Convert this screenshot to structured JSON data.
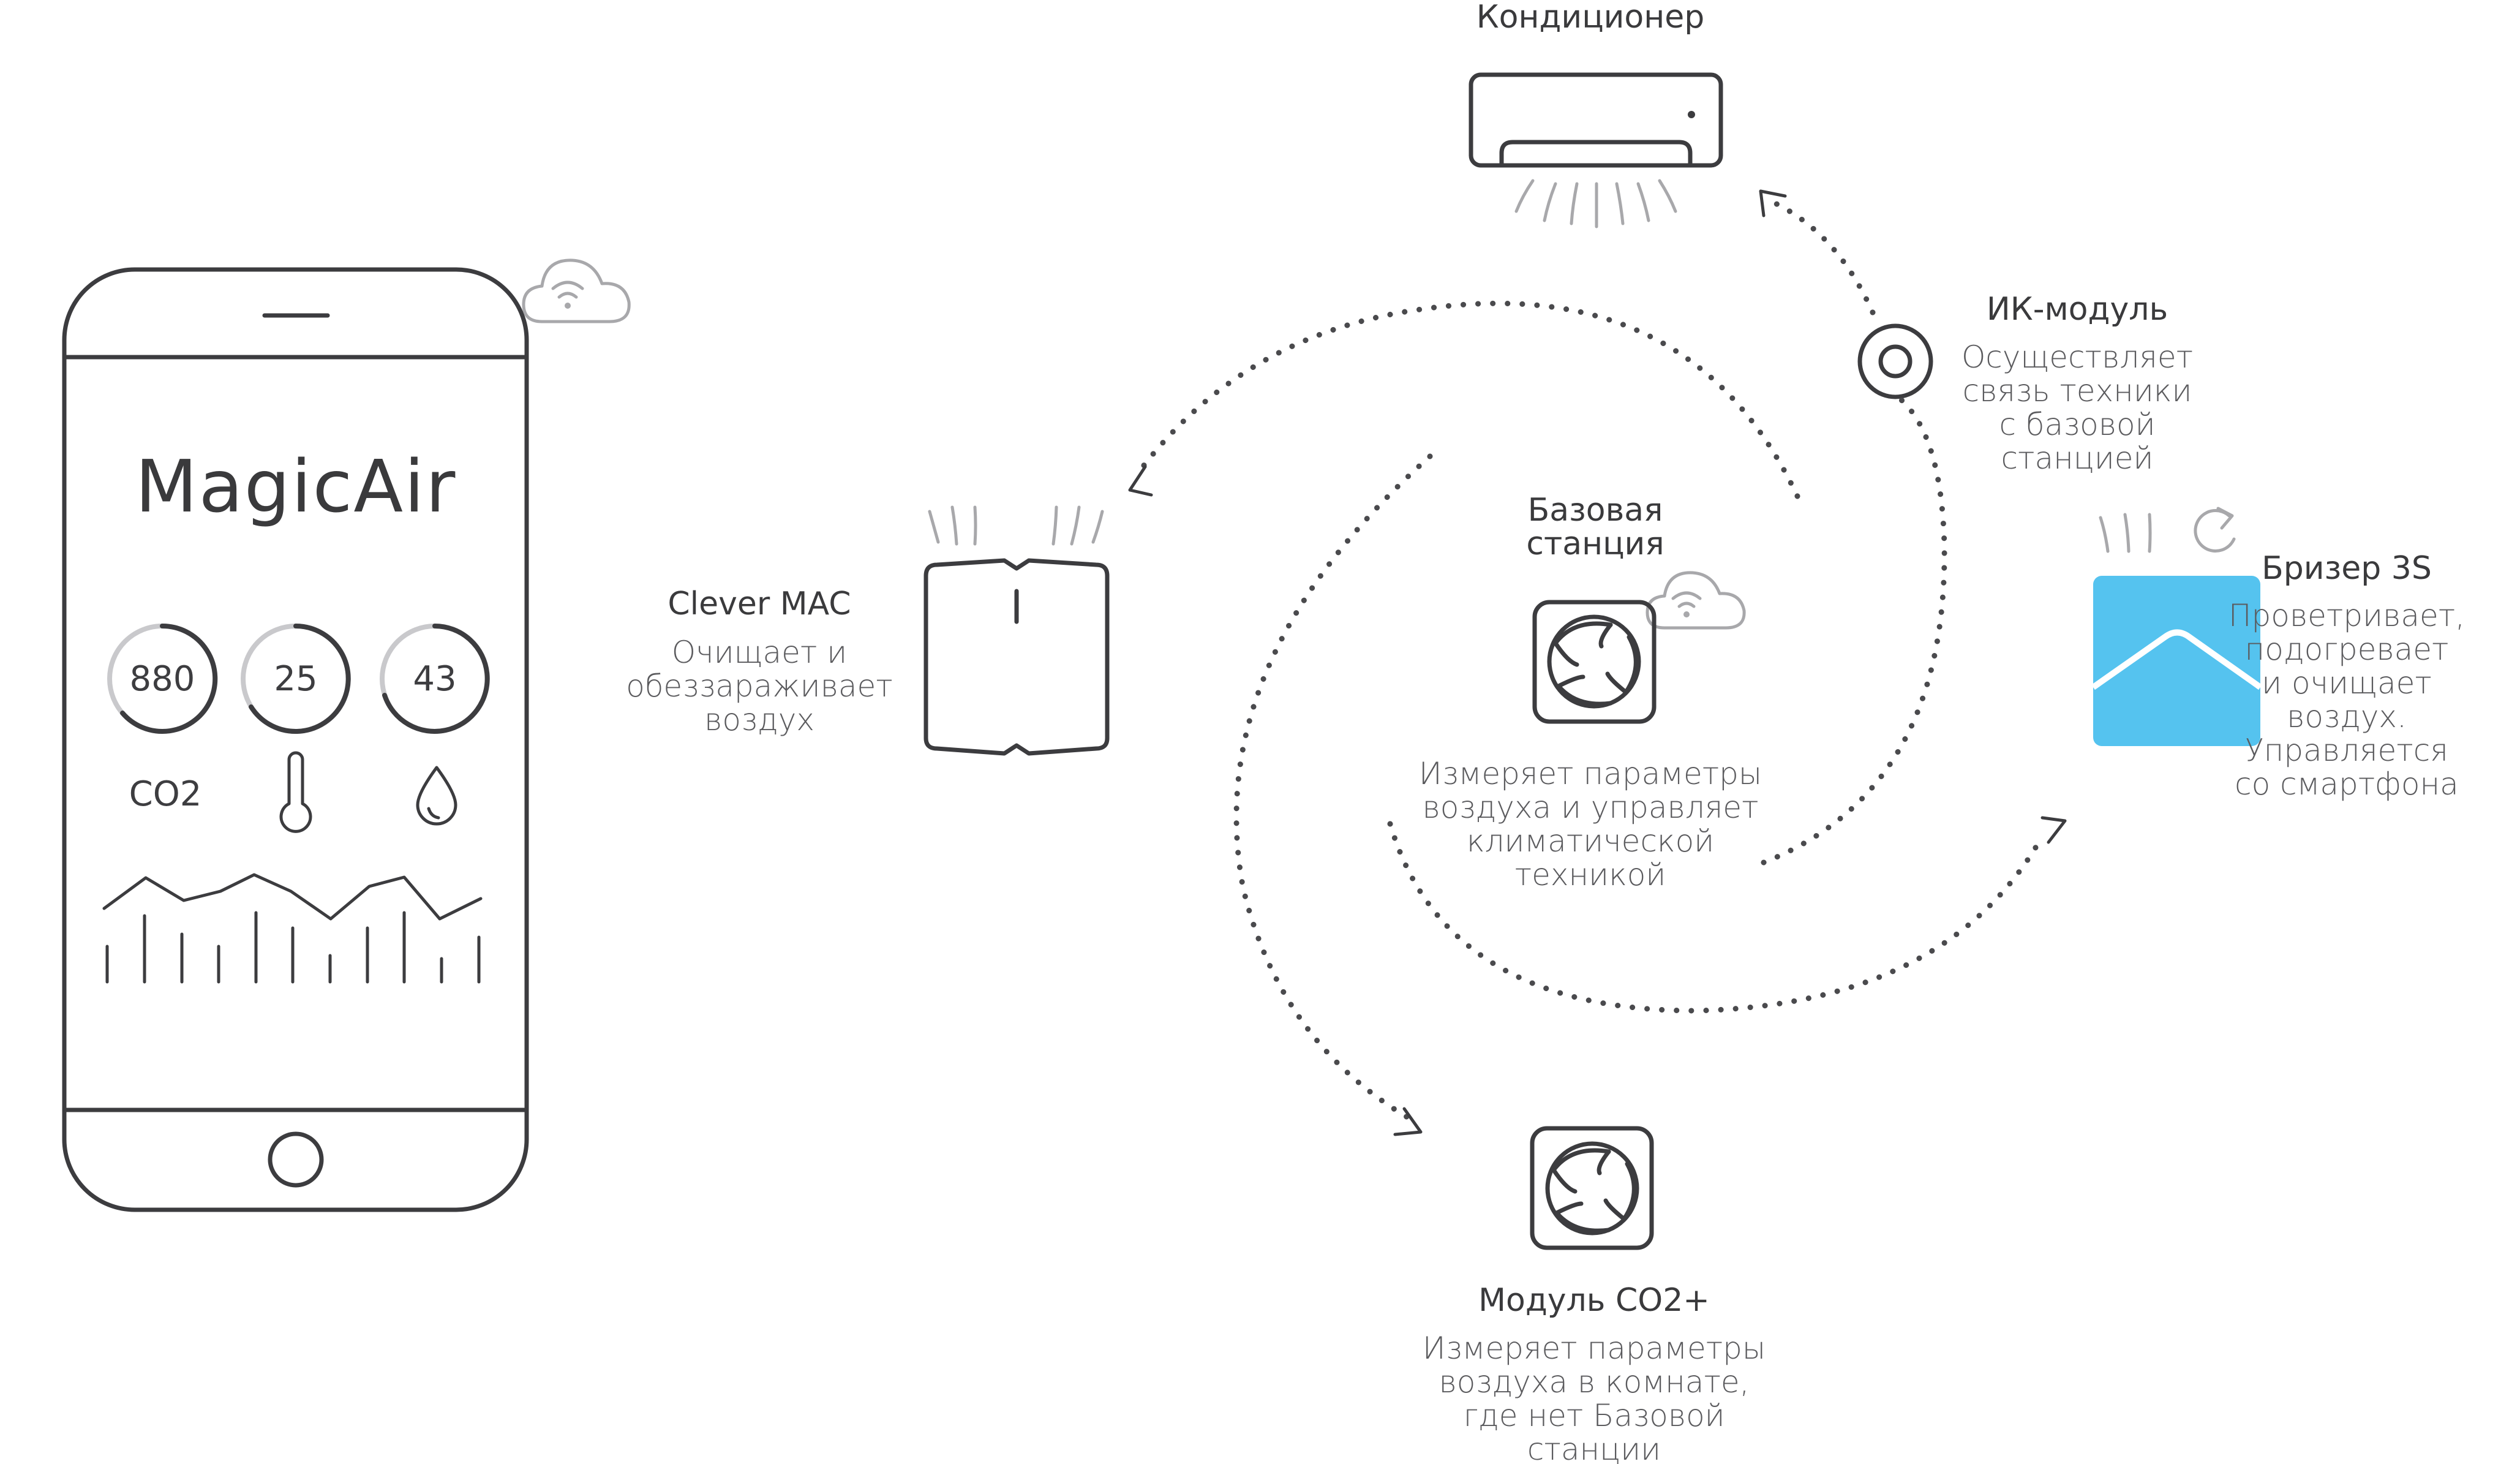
{
  "app": {
    "logo": "MagicAir",
    "metrics": [
      {
        "value": "880",
        "label": "CO2",
        "fill": 0.35
      },
      {
        "value": "25",
        "label": "",
        "fill": 0.3
      },
      {
        "value": "43",
        "label": "",
        "fill": 0.25
      }
    ]
  },
  "devices": {
    "conditioner": {
      "title": "Кондиционер"
    },
    "ir_module": {
      "title": "ИК-модуль",
      "desc": [
        "Осуществляет",
        "связь техники",
        "с базовой",
        "станцией"
      ]
    },
    "clever_mac": {
      "title": "Clever MAC",
      "desc": [
        "Очищает и",
        "обеззараживает",
        "воздух"
      ]
    },
    "base_station": {
      "title": [
        "Базовая",
        "станция"
      ],
      "desc": [
        "Измеряет параметры",
        "воздуха и управляет",
        "климатической",
        "техникой"
      ]
    },
    "breezer": {
      "title": "Бризер 3S",
      "desc": [
        "Проветривает,",
        "подогревает",
        "и очищает",
        "воздух.",
        "Управляется",
        "со смартфона"
      ]
    },
    "co2_module": {
      "title": "Модуль CO2+",
      "desc": [
        "Измеряет параметры",
        "воздуха в комнате,",
        "где нет Базовой",
        "станции"
      ]
    }
  },
  "colors": {
    "line": "#3c3c3f",
    "accent": "#55c3ef",
    "muted": "#a8a8ab"
  }
}
